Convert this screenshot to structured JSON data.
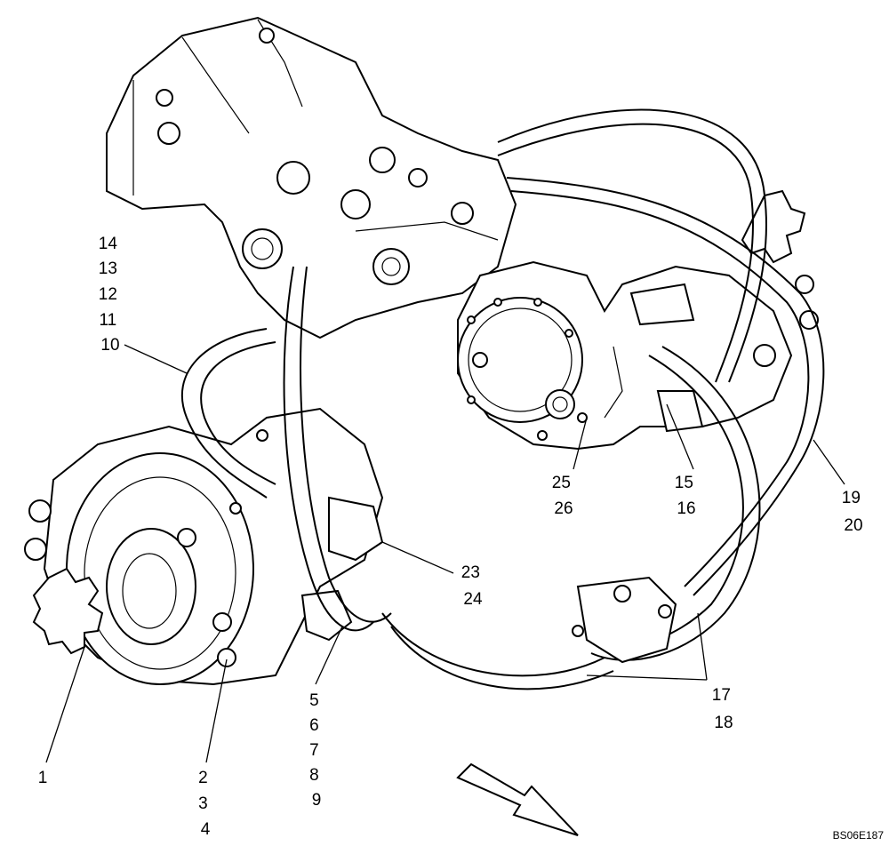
{
  "diagram": {
    "reference_code": "BS06E187",
    "callouts": [
      {
        "id": "c1",
        "lines": [
          "1"
        ]
      },
      {
        "id": "c2",
        "lines": [
          "2",
          "3",
          "4"
        ]
      },
      {
        "id": "c5",
        "lines": [
          "5",
          "6",
          "7",
          "8",
          "9"
        ]
      },
      {
        "id": "c10",
        "lines": [
          "14",
          "13",
          "12",
          "11",
          "10"
        ]
      },
      {
        "id": "c15",
        "lines": [
          "15",
          "16"
        ]
      },
      {
        "id": "c17",
        "lines": [
          "17",
          "18"
        ]
      },
      {
        "id": "c19",
        "lines": [
          "19",
          "20"
        ]
      },
      {
        "id": "c23",
        "lines": [
          "23",
          "24"
        ]
      },
      {
        "id": "c25",
        "lines": [
          "25",
          "26"
        ]
      }
    ]
  }
}
